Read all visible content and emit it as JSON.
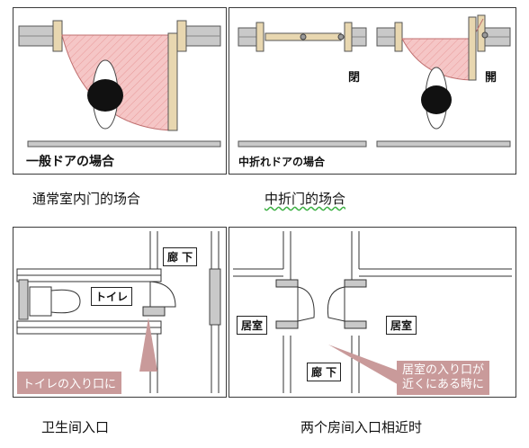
{
  "panels": {
    "normal_door": {
      "title": "一般ドアの場合"
    },
    "folding_door": {
      "title": "中折れドアの場合",
      "closed_label": "閉",
      "open_label": "開"
    },
    "toilet": {
      "room_label": "トイレ",
      "corridor_label": "廊 下",
      "callout": "トイレの入り口に"
    },
    "rooms": {
      "room_left_label": "居室",
      "room_right_label": "居室",
      "corridor_label": "廊 下",
      "callout_line1": "居室の入り口が",
      "callout_line2": "近くにある時に"
    }
  },
  "captions": {
    "normal": "通常室内门的场合",
    "folding": "中折门的场合",
    "toilet": "卫生间入口",
    "rooms": "两个房间入口相近时"
  },
  "colors": {
    "swing_fill": "#f5c6c6",
    "door_wood": "#e8d7b0",
    "wall_gray": "#c9c9c9",
    "callout_bg": "#c99a9a"
  }
}
